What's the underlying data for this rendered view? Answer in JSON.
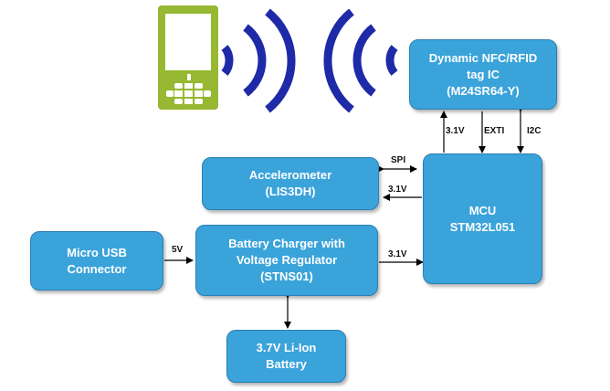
{
  "blocks": {
    "nfc_tag": {
      "line1": "Dynamic NFC/RFID",
      "line2": "tag IC",
      "line3": "(M24SR64-Y)"
    },
    "mcu": {
      "line1": "MCU",
      "line2": "STM32L051"
    },
    "accelerometer": {
      "line1": "Accelerometer",
      "line2": "(LIS3DH)"
    },
    "usb": {
      "line1": "Micro USB",
      "line2": "Connector"
    },
    "charger": {
      "line1": "Battery Charger with",
      "line2": "Voltage Regulator",
      "line3": "(STNS01)"
    },
    "battery": {
      "line1": "3.7V Li-Ion",
      "line2": "Battery"
    }
  },
  "connections": {
    "spi": "SPI",
    "accel_power": "3.1V",
    "usb_power": "5V",
    "charger_to_mcu": "3.1V",
    "nfc_power": "3.1V",
    "exti": "EXTI",
    "i2c": "I2C"
  },
  "icons": [
    "smartphone-icon",
    "nfc-waves-icon"
  ],
  "colors": {
    "block_fill": "#3aa3da",
    "phone_green": "#96b832",
    "waves_blue": "#1e2aa8"
  }
}
